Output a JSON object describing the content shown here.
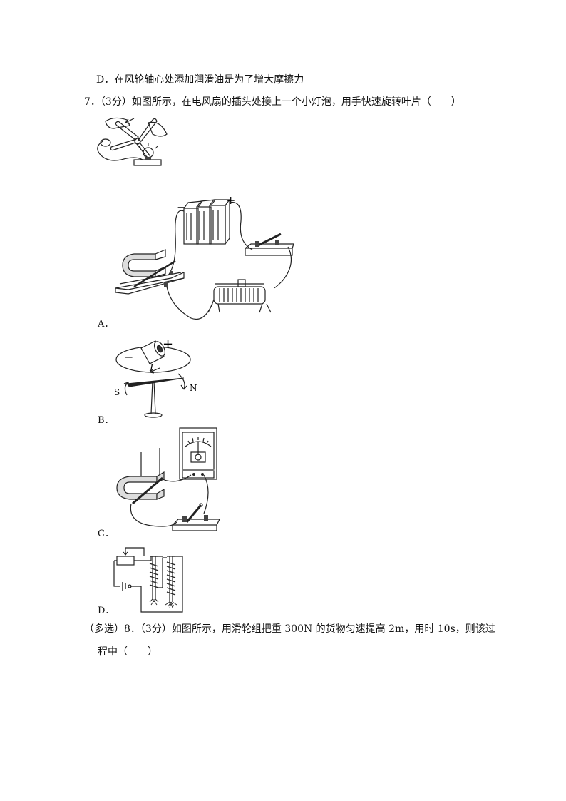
{
  "q6": {
    "option_d": "D．在风轮轴心处添加润滑油是为了增大摩擦力"
  },
  "q7": {
    "stem": "7．（3分）如图所示，在电风扇的插头处接上一个小灯泡，用手快速旋转叶片（　　）",
    "option_labels": [
      "A．",
      "B．",
      "C．",
      "D．"
    ],
    "figure_b_labels": {
      "plus": "+",
      "minus": "−",
      "current": "I",
      "south": "S",
      "north": "N"
    },
    "figure_a_labels": {
      "plus": "+",
      "minus": "−"
    }
  },
  "q8": {
    "line1": "（多选）8．（3分）如图所示，用滑轮组把重 300N 的货物匀速提高 2m，用时 10s，则该过",
    "line2": "程中（　　）"
  }
}
